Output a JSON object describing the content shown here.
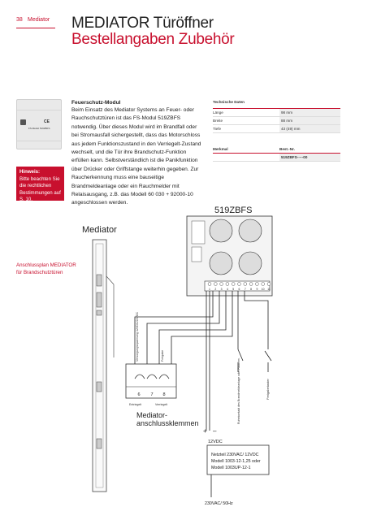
{
  "header": {
    "page_number": "38",
    "section": "Mediator",
    "title_line1": "MEDIATOR Türöffner",
    "title_line2": "Bestellangaben Zubehör"
  },
  "hint": {
    "heading": "Hinweis:",
    "text": "Bitte beachten Sie die rechtlichen Bestimmungen auf S. 10."
  },
  "feature": {
    "title": "Feuerschutz-Modul",
    "body": "Beim Einsatz des Mediator Systems an Feuer- oder Rauchschutztüren ist das FS-Modul 519ZBFS notwendig. Über dieses Modul wird im Brandfall oder bei Stromausfall sichergestellt, dass das Motorschloss aus jedem Funktionszustand in den Verriegelt-Zustand wechselt, und die Tür ihre Brandschutz-Funktion erfüllen kann. Selbstverständlich ist die Panikfunktion über Drücker oder Griffstange weiterhin gegeben. Zur Raucherkennung muss eine bauseitige Brandmeldeanlage oder ein Rauchmelder mit Relaisausgang, z.B. das Modell 60 030 + 92000-10 angeschlossen werden."
  },
  "product_photo": {
    "label": "FS-Modul 519ZBFS"
  },
  "tech": {
    "heading": "Technische Daten",
    "rows": [
      {
        "label": "Länge",
        "value": "98 mm"
      },
      {
        "label": "Breite",
        "value": "88 mm"
      },
      {
        "label": "Tiefe",
        "value": "43 (49) mm"
      }
    ],
    "merkmal_label": "Merkmal",
    "best_label": "Best.-Nr.",
    "best_value": "519ZBFS-----00"
  },
  "caption": "Anschlussplan MEDIATOR für Brandschutztüren",
  "diagram": {
    "module_label": "519ZBFS",
    "mediator_label": "Mediator",
    "terminals_label_1": "Mediator-",
    "terminals_label_2": "anschlussklemmen",
    "terminal_numbers": [
      "6",
      "7",
      "8"
    ],
    "wire_label_a": "Versorgungsspannung 12VDC/24VDC",
    "wire_label_b": "Freigabe",
    "terminal_caption_a": "Entriegelt",
    "terminal_caption_b": "Verriegelt",
    "relay_label": "Ruhekontakt des Brandmeldeanlage oder Rauchm.",
    "switch_label": "Freigabetaster",
    "plus": "+",
    "minus": "–",
    "supply_voltage": "12VDC",
    "psu_line1": "Netzteil 230VAC/ 12VDC",
    "psu_line2": "Modell 1003-12-1,25 oder",
    "psu_line3": "Modell 1003UP-12-1",
    "mains": "230VAC/ 50Hz",
    "module_terminals": [
      "1",
      "2",
      "3",
      "4",
      "5",
      "6",
      "7",
      "8",
      "9",
      "10",
      "11"
    ]
  }
}
